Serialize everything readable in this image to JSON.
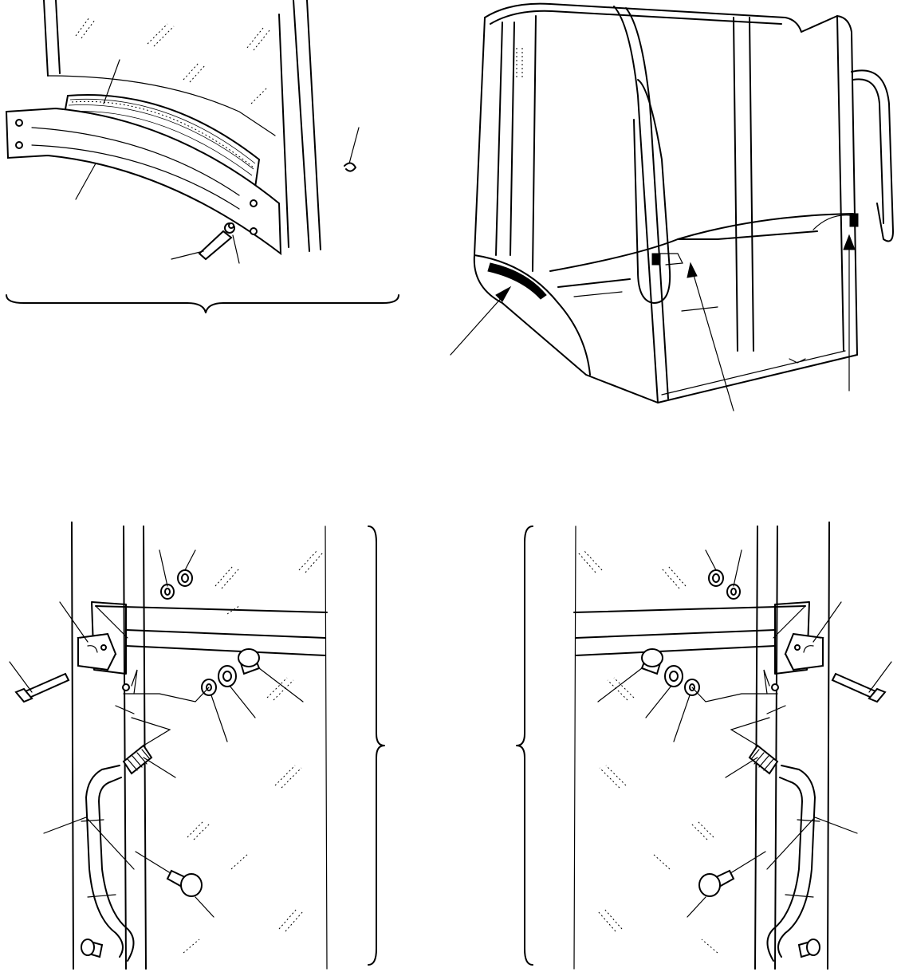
{
  "figure": {
    "panels": [
      {
        "id": "filter-panel",
        "callouts": 6
      },
      {
        "id": "cab-frame",
        "callouts": 3
      },
      {
        "id": "left-handrail",
        "callouts": 8
      },
      {
        "id": "right-handrail",
        "callouts": 8
      }
    ],
    "ink_color": "#000000",
    "paper_color": "#ffffff"
  }
}
